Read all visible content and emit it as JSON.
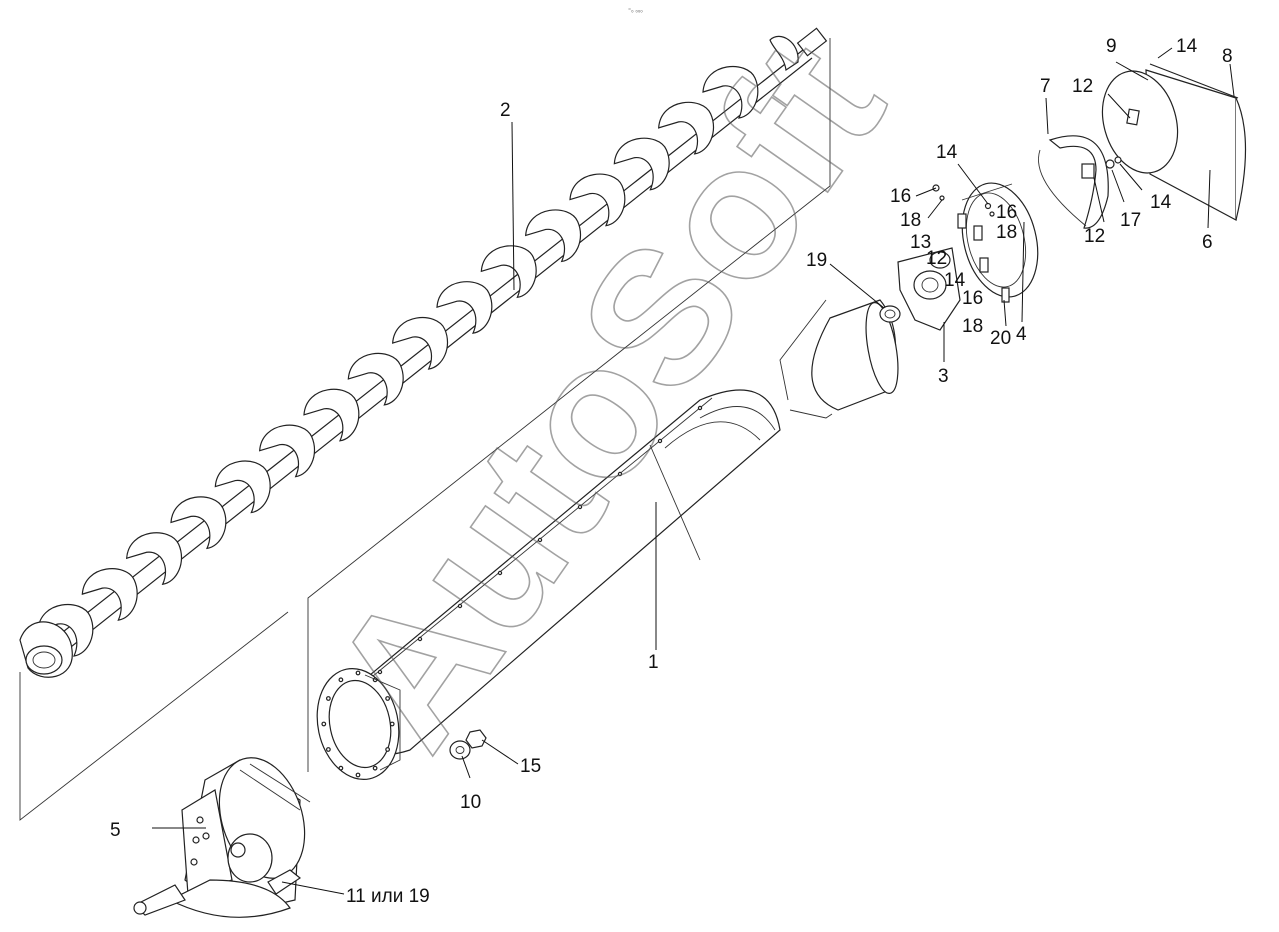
{
  "header_mark": "⁼₀ ₀₀₀",
  "watermark": "AutoSoft",
  "callouts": [
    {
      "id": "c1",
      "text": "1"
    },
    {
      "id": "c2",
      "text": "2"
    },
    {
      "id": "c3",
      "text": "3"
    },
    {
      "id": "c4",
      "text": "4"
    },
    {
      "id": "c5",
      "text": "5"
    },
    {
      "id": "c6",
      "text": "6"
    },
    {
      "id": "c7",
      "text": "7"
    },
    {
      "id": "c8",
      "text": "8"
    },
    {
      "id": "c9",
      "text": "9"
    },
    {
      "id": "c10",
      "text": "10"
    },
    {
      "id": "c11",
      "text": "11 или 19"
    },
    {
      "id": "c12a",
      "text": "12"
    },
    {
      "id": "c12b",
      "text": "12"
    },
    {
      "id": "c12c",
      "text": "12"
    },
    {
      "id": "c13",
      "text": "13"
    },
    {
      "id": "c14a",
      "text": "14"
    },
    {
      "id": "c14b",
      "text": "14"
    },
    {
      "id": "c14c",
      "text": "14"
    },
    {
      "id": "c14d",
      "text": "14"
    },
    {
      "id": "c15",
      "text": "15"
    },
    {
      "id": "c16a",
      "text": "16"
    },
    {
      "id": "c16b",
      "text": "16"
    },
    {
      "id": "c16c",
      "text": "16"
    },
    {
      "id": "c17",
      "text": "17"
    },
    {
      "id": "c18a",
      "text": "18"
    },
    {
      "id": "c18b",
      "text": "18"
    },
    {
      "id": "c18c",
      "text": "18"
    },
    {
      "id": "c19",
      "text": "19"
    },
    {
      "id": "c20",
      "text": "20"
    }
  ]
}
